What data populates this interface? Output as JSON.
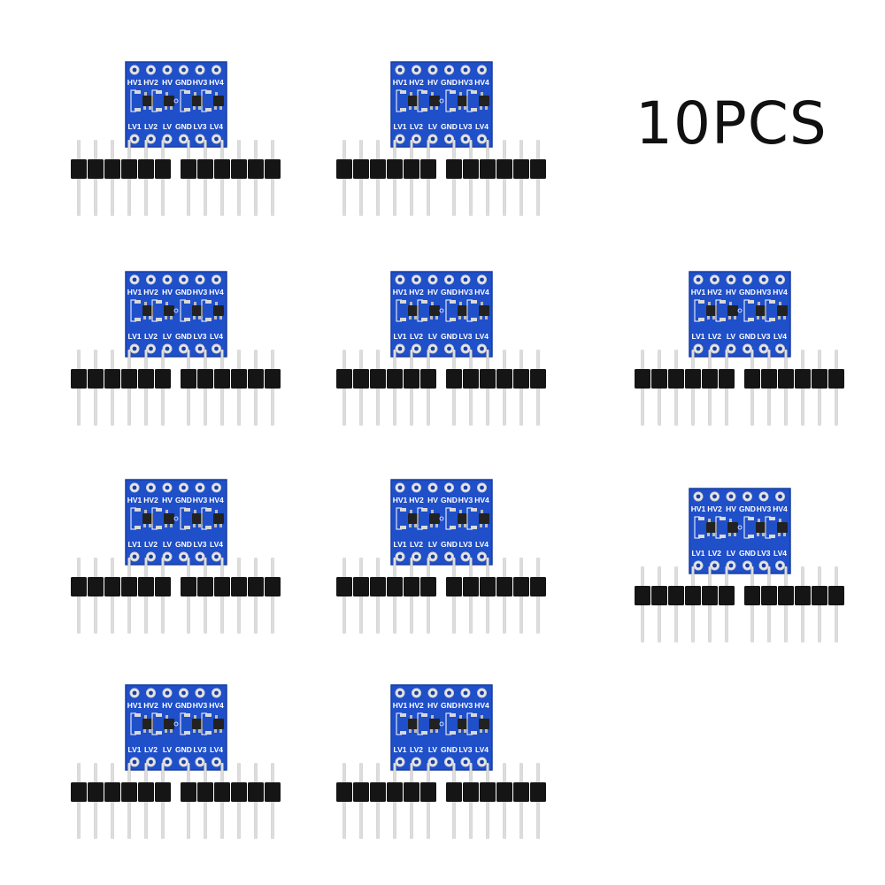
{
  "quantity_label": "10PCS",
  "board": {
    "top_pins": [
      "HV1",
      "HV2",
      "HV",
      "GND",
      "HV3",
      "HV4"
    ],
    "bottom_pins": [
      "LV1",
      "LV2",
      "LV",
      "GND",
      "LV3",
      "LV4"
    ]
  },
  "colors": {
    "pcb": "#1f4fc9",
    "pcb_edge": "#1a3fa0",
    "silkscreen": "#ffffff",
    "header_plastic": "#151515",
    "pin_metal": "#bdbdbd"
  },
  "module_count": 10
}
